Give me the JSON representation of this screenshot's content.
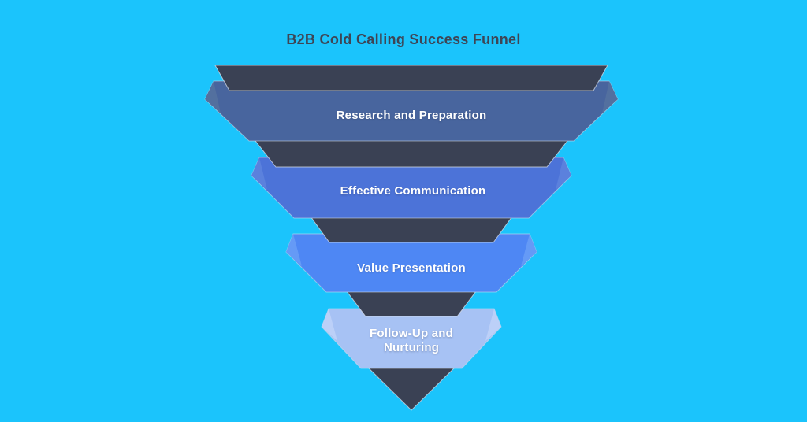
{
  "title": {
    "text": "B2B Cold Calling Success Funnel"
  },
  "colors": {
    "background": "#1BC4FC",
    "funnel_dark": "#3A4154",
    "title_text": "#3E4555",
    "label_text": "#FFFFFF"
  },
  "funnel": {
    "type": "funnel",
    "orientation": "inverted",
    "stage_count": 4,
    "stages": [
      {
        "index": 1,
        "label": "Research and Preparation",
        "color": "#48659E",
        "fold_color": "#53709F"
      },
      {
        "index": 2,
        "label": "Effective Communication",
        "color": "#4C73D8",
        "fold_color": "#5B81DD"
      },
      {
        "index": 3,
        "label": "Value Presentation",
        "color": "#4E87F4",
        "fold_color": "#659AF6"
      },
      {
        "index": 4,
        "label": "Follow-Up and Nurturing",
        "color": "#A7C2F4",
        "fold_color": "#BCD0F8"
      }
    ]
  }
}
